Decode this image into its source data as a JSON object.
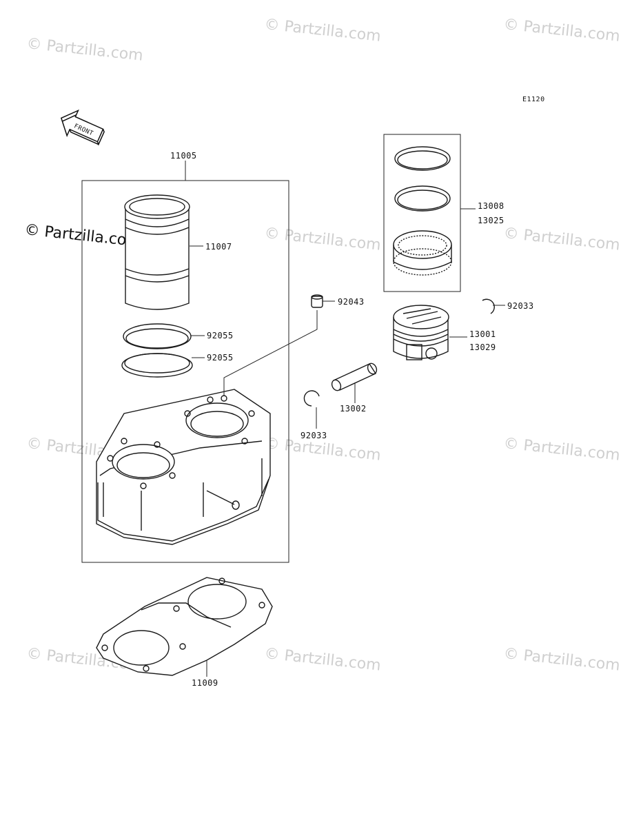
{
  "diagram": {
    "code": "E1120",
    "front_label": "FRONT",
    "watermark": "© Partzilla.com",
    "parts": {
      "cylinder_assy": "11005",
      "sleeve": "11007",
      "oring_upper": "92055",
      "oring_lower": "92055",
      "base_gasket": "11009",
      "dowel": "92043",
      "ring_set_a": "13008",
      "ring_set_b": "13025",
      "circlip_right": "92033",
      "piston_a": "13001",
      "piston_b": "13029",
      "pin": "13002",
      "circlip_left": "92033"
    }
  }
}
